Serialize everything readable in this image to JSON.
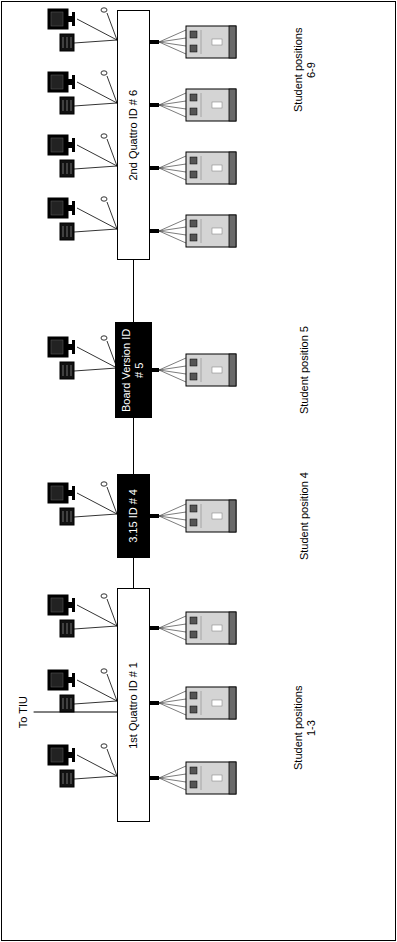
{
  "diagram": {
    "nodes": [
      {
        "text": [
          "1st Quattro ID # 1"
        ]
      },
      {
        "text": [
          "3.15 ID # 4"
        ]
      },
      {
        "text": [
          "Board Version ID # 5"
        ]
      },
      {
        "text": [
          "2nd Quattro ID # 6"
        ]
      }
    ],
    "edges": [
      {
        "from": 0,
        "to": 1,
        "arrow": "none"
      },
      {
        "from": 1,
        "to": 2,
        "arrow": "none"
      },
      {
        "from": 2,
        "to": 3,
        "arrow": "none"
      }
    ],
    "labels": [
      "To TIU",
      "Student positions 1-3",
      "Student position 4",
      "Student position 5",
      "Student positions 6-9"
    ]
  }
}
